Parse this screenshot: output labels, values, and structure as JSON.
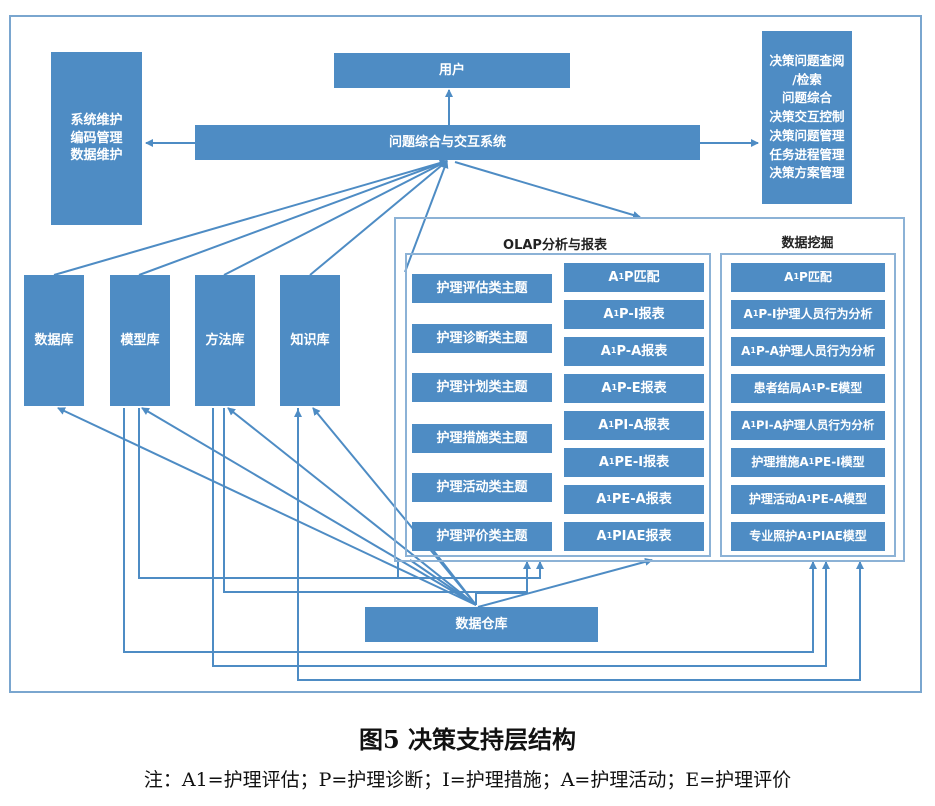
{
  "figure": {
    "title": "图5 决策支持层结构",
    "note": "注：A1=护理评估；P=护理诊断；I=护理措施；A=护理活动；E=护理评价"
  },
  "nodes": {
    "user": "用户",
    "interaction": "问题综合与交互系统",
    "maintenance": [
      "系统维护",
      "编码管理",
      "数据维护"
    ],
    "decision_functions": [
      "决策问题查阅",
      "/检索",
      "问题综合",
      "决策交互控制",
      "决策问题管理",
      "任务进程管理",
      "决策方案管理"
    ],
    "libraries": [
      "数据库",
      "模型库",
      "方法库",
      "知识库"
    ],
    "warehouse": "数据仓库"
  },
  "olap": {
    "title": "OLAP分析与报表",
    "themes": [
      "护理评估类主题",
      "护理诊断类主题",
      "护理计划类主题",
      "护理措施类主题",
      "护理活动类主题",
      "护理评价类主题"
    ],
    "reports": [
      {
        "pre": "A",
        "sub": "1",
        "post": "P匹配"
      },
      {
        "pre": "A",
        "sub": "1",
        "post": "P-I报表"
      },
      {
        "pre": "A",
        "sub": "1",
        "post": "P-A报表"
      },
      {
        "pre": "A",
        "sub": "1",
        "post": "P-E报表"
      },
      {
        "pre": "A",
        "sub": "1",
        "post": "PI-A报表"
      },
      {
        "pre": "A",
        "sub": "1",
        "post": "PE-I报表"
      },
      {
        "pre": "A",
        "sub": "1",
        "post": "PE-A报表"
      },
      {
        "pre": "A",
        "sub": "1",
        "post": "PIAE报表"
      }
    ]
  },
  "mining": {
    "title": "数据挖掘",
    "items": [
      {
        "pre": "A",
        "sub": "1",
        "post": "P匹配"
      },
      {
        "pre": "A",
        "sub": "1",
        "post": "P-I护理人员行为分析"
      },
      {
        "pre": "A",
        "sub": "1",
        "post": "P-A护理人员行为分析"
      },
      {
        "pre": "患者结局A",
        "sub": "1",
        "post": "P-E模型"
      },
      {
        "pre": "A",
        "sub": "1",
        "post": "PI-A护理人员行为分析"
      },
      {
        "pre": "护理措施A",
        "sub": "1",
        "post": "PE-I模型"
      },
      {
        "pre": "护理活动A",
        "sub": "1",
        "post": "PE-A模型"
      },
      {
        "pre": "专业照护A",
        "sub": "1",
        "post": "PIAE模型"
      }
    ]
  },
  "colors": {
    "box_fill": "#4e8cc4",
    "line": "#4e8cc4",
    "frame": "#7aa6cf"
  }
}
